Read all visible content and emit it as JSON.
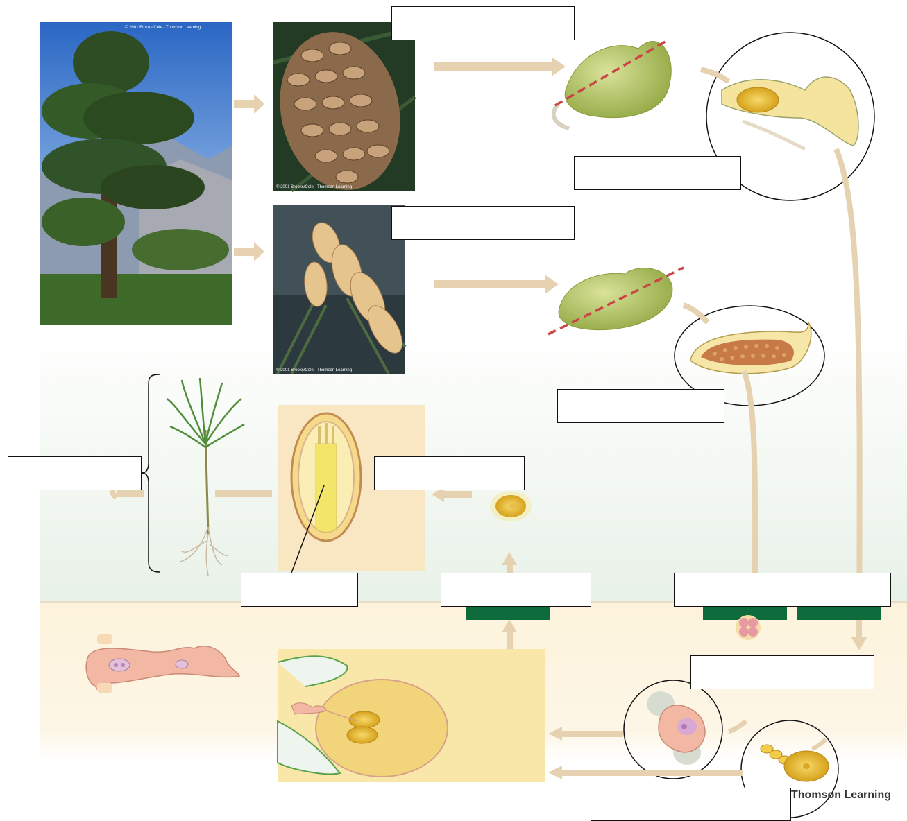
{
  "labels": {
    "ovulate_cone": "",
    "ovule_section": "",
    "pollen_cone": "",
    "microsporangium_section": "",
    "seedling": "",
    "seed": "",
    "embryo": "",
    "fertilization": "",
    "meiosis": "",
    "megaspore": "",
    "gametophytes": ""
  },
  "credits": {
    "tree_photo": "© 2001 Brooks/Cole - Thomson Learning",
    "cone_photo_1": "© 2001 Brooks/Cole - Thomson Learning",
    "cone_photo_2": "© 2001 Brooks/Cole - Thomson Learning",
    "publisher": "Thomson Learning"
  },
  "colors": {
    "arrow": "#e6d2b0",
    "diploid_band": "#f1f7f1",
    "haploid_band": "#fdf3dc",
    "marker": "#0e6b3b",
    "cut_line": "#c94646"
  }
}
